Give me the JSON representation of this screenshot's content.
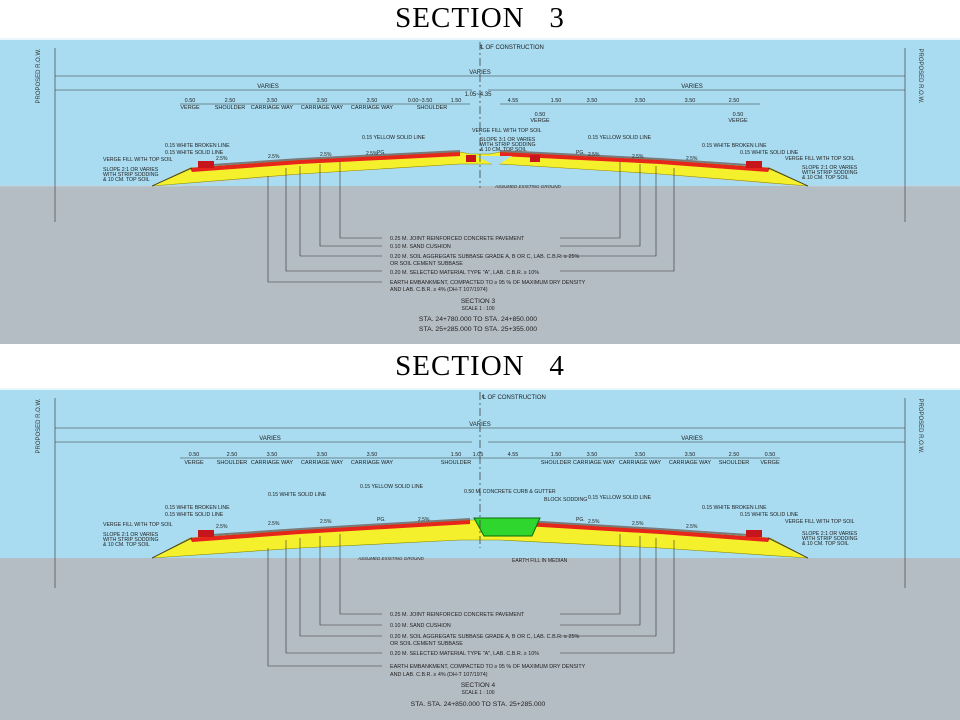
{
  "section3": {
    "title": "SECTION   3",
    "cl_label": "℄ OF CONSTRUCTION",
    "row_label": "PROPOSED R.O.W.",
    "varies_total": "VARIES",
    "varies_left": "VARIES",
    "varies_right": "VARIES",
    "median_width": "1.05~4.35",
    "dims_left": [
      "0.50",
      "2.50",
      "3.50",
      "3.50",
      "3.50",
      "0.00~3.50",
      "1.50"
    ],
    "labels_left": [
      "VERGE",
      "SHOULDER",
      "CARRIAGE WAY",
      "CARRIAGE WAY",
      "CARRIAGE WAY",
      "SHOULDER"
    ],
    "dims_right": [
      "4.55",
      "1.50",
      "3.50",
      "3.50",
      "3.50",
      "2.50"
    ],
    "dims_right_lower": [
      "0.50",
      "0.50"
    ],
    "labels_right_lower": [
      "VERGE",
      "VERGE"
    ],
    "callouts_top": {
      "verge_fill_top": "VERGE FILL WITH TOP SOIL",
      "slope_median": "SLOPE 3:1 OR VARIES",
      "slope_median_2": "WITH STRIP SODDING",
      "slope_median_3": "& 10 CM. TOP SOIL",
      "yellow_left": "0.15 YELLOW SOLID LINE",
      "yellow_right": "0.15 YELLOW SOLID LINE",
      "white_broken_left": "0.15 WHITE BROKEN LINE",
      "white_solid_left": "0.15 WHITE SOLID LINE",
      "verge_fill_left": "VERGE FILL WITH TOP SOIL",
      "slope_left_1": "SLOPE 2:1 OR VARIES",
      "slope_left_2": "WITH STRIP SODDING",
      "slope_left_3": "& 10 CM. TOP SOIL",
      "white_broken_right": "0.15 WHITE BROKEN LINE",
      "white_solid_right": "0.15 WHITE SOLID LINE",
      "verge_fill_right": "VERGE FILL WITH TOP SOIL",
      "slope_right_1": "SLOPE 2:1 OR VARIES",
      "slope_right_2": "WITH STRIP SODDING",
      "slope_right_3": "& 10 CM. TOP SOIL"
    },
    "slopes": [
      "2.5%",
      "2.5%",
      "2.5%",
      "2.5%",
      "2.5%",
      "2.5%",
      "2.5%"
    ],
    "pg": "PG.",
    "ground": "ASSUMED EXISTING GROUND",
    "notes": [
      "0.25 M. JOINT REINFORCED CONCRETE PAVEMENT",
      "0.10 M. SAND CUSHION",
      "0.20 M. SOIL AGGREGATE SUBBASE GRADE A, B OR C, LAB. C.B.R. ≥ 25%",
      "OR SOIL CEMENT SUBBASE",
      "0.20 M. SELECTED MATERIAL TYPE \"A\", LAB. C.B.R. ≥ 10%",
      "EARTH EMBANKMENT, COMPACTED TO ≥ 95 % OF MAXIMUM DRY DENSITY",
      "AND LAB. C.B.R. ≥ 4% (DH-T 107/1974)"
    ],
    "caption": "SECTION 3",
    "scale": "SCALE    1 : 100",
    "station_1": "STA. 24+780.000  TO  STA. 24+850.000",
    "station_2": "STA. 25+285.000  TO  STA. 25+355.000"
  },
  "section4": {
    "title": "SECTION   4",
    "cl_label": "℄ OF CONSTRUCTION",
    "row_label": "PROPOSED R.O.W.",
    "varies_total": "VARIES",
    "varies_left": "VARIES",
    "varies_right": "VARIES",
    "dims": [
      "0.50",
      "2.50",
      "3.50",
      "3.50",
      "3.50",
      "1.50",
      "1.05",
      "4.55",
      "1.50",
      "3.50",
      "3.50",
      "3.50",
      "2.50",
      "0.50"
    ],
    "labels": [
      "VERGE",
      "SHOULDER",
      "CARRIAGE WAY",
      "CARRIAGE WAY",
      "CARRIAGE WAY",
      "SHOULDER",
      "SHOULDER",
      "CARRIAGE WAY",
      "CARRIAGE WAY",
      "CARRIAGE WAY",
      "SHOULDER",
      "VERGE"
    ],
    "callouts_top": {
      "yellow_left": "0.15 YELLOW SOLID LINE",
      "curb": "0.50 M. CONCRETE CURB & GUTTER",
      "block_sodding": "BLOCK SODDING",
      "yellow_right": "0.15 YELLOW SOLID LINE",
      "white_solid_mid": "0.15 WHITE SOLID LINE",
      "white_broken_left": "0.15 WHITE BROKEN LINE",
      "white_solid_left": "0.15 WHITE SOLID LINE",
      "verge_fill_left": "VERGE FILL WITH TOP SOIL",
      "slope_left_1": "SLOPE 2:1 OR VARIES",
      "slope_left_2": "WITH STRIP SODDING",
      "slope_left_3": "& 10 CM. TOP SOIL",
      "white_broken_right": "0.15 WHITE BROKEN LINE",
      "white_solid_right": "0.15 WHITE SOLID LINE",
      "verge_fill_right": "VERGE FILL WITH TOP SOIL",
      "slope_right_1": "SLOPE 2:1 OR VARIES",
      "slope_right_2": "WITH STRIP SODDING",
      "slope_right_3": "& 10 CM. TOP SOIL"
    },
    "slopes": [
      "2.5%",
      "2.5%",
      "2.5%",
      "2.5%",
      "2.5%",
      "2.5%",
      "2.5%"
    ],
    "pg": "PG.",
    "ground": "ASSUMED EXISTING GROUND",
    "median_fill": "EARTH FILL IN MEDIAN",
    "notes": [
      "0.25 M. JOINT REINFORCED CONCRETE PAVEMENT",
      "0.10 M. SAND CUSHION",
      "0.20 M. SOIL AGGREGATE SUBBASE GRADE A, B OR C, LAB. C.B.R. ≥ 25%",
      "OR SOIL CEMENT SUBBASE",
      "0.20 M. SELECTED MATERIAL TYPE \"A\", LAB. C.B.R. ≥ 10%",
      "EARTH EMBANKMENT, COMPACTED TO ≥ 95 % OF MAXIMUM DRY DENSITY",
      "AND LAB. C.B.R. ≥ 4% (DH-T 107/1974)"
    ],
    "caption": "SECTION 4",
    "scale": "SCALE    1 : 100",
    "station_1": "STA. STA. 24+850.000  TO  STA. 25+285.000"
  }
}
